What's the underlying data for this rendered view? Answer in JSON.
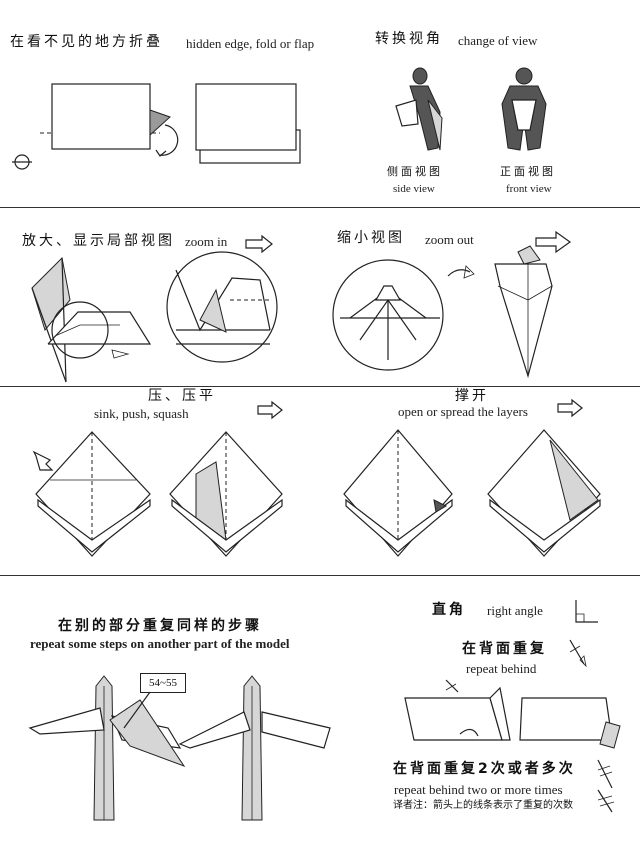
{
  "sections": {
    "hidden": {
      "zh": "在看不见的地方折叠",
      "en": "hidden edge, fold or flap"
    },
    "view": {
      "zh": "转换视角",
      "en": "change of view",
      "side_zh": "侧面视图",
      "side_en": "side view",
      "front_zh": "正面视图",
      "front_en": "front view"
    },
    "zoom_in": {
      "zh": "放大、显示局部视图",
      "en": "zoom in"
    },
    "zoom_out": {
      "zh": "缩小视图",
      "en": "zoom out"
    },
    "sink": {
      "zh": "压、压平",
      "en": "sink, push, squash"
    },
    "spread": {
      "zh": "撑开",
      "en": "open or spread the layers"
    },
    "repeat": {
      "zh": "在别的部分重复同样的步骤",
      "en": "repeat some steps on another part of the model",
      "step_ref": "54~55"
    },
    "right_angle": {
      "zh": "直角",
      "en": "right angle"
    },
    "repeat_behind": {
      "zh": "在背面重复",
      "en": "repeat behind"
    },
    "repeat_multi": {
      "zh": "在背面重复2次或者多次",
      "en": "repeat behind two or more times",
      "note": "译者注：箭头上的线条表示了重复的次数"
    }
  },
  "icons": [
    "flip-arrow-icon",
    "zoom-arrow-icon",
    "sink-arrow-icon",
    "right-angle-icon",
    "repeat-arrow-icon"
  ]
}
